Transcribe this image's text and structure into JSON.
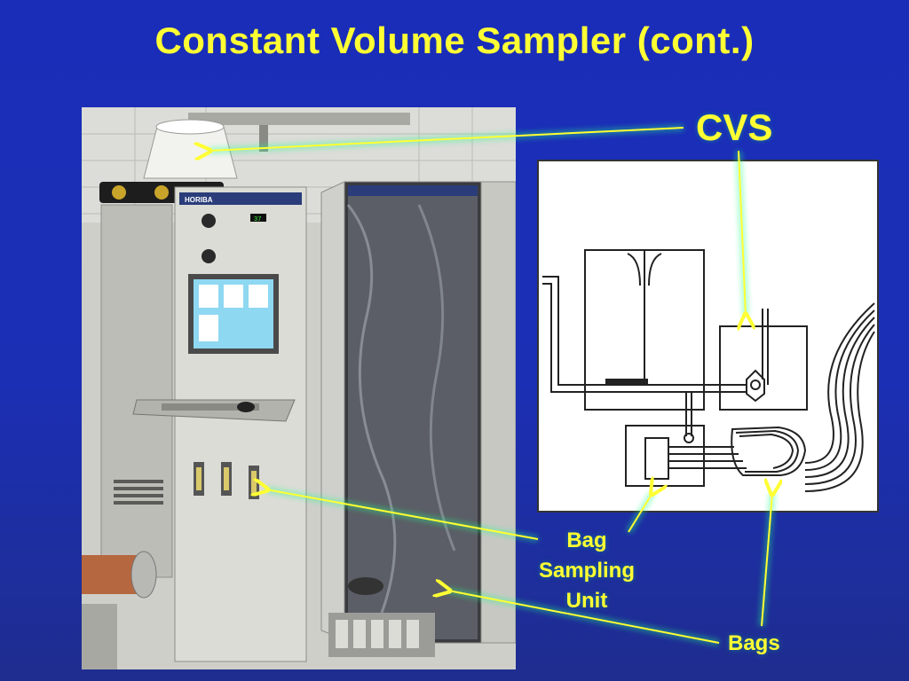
{
  "slide": {
    "title": "Constant Volume Sampler (cont.)"
  },
  "labels": {
    "cvs": "CVS",
    "bag_sampling_line1": "Bag",
    "bag_sampling_line2": "Sampling",
    "bag_sampling_line3": "Unit",
    "bags": "Bags"
  },
  "photo": {
    "brand": "HORIBA",
    "display_reading": "37"
  },
  "colors": {
    "background": "#1a2db8",
    "title": "#ffff33",
    "arrow": "#ffff33",
    "arrow_glow": "#22ff88"
  }
}
